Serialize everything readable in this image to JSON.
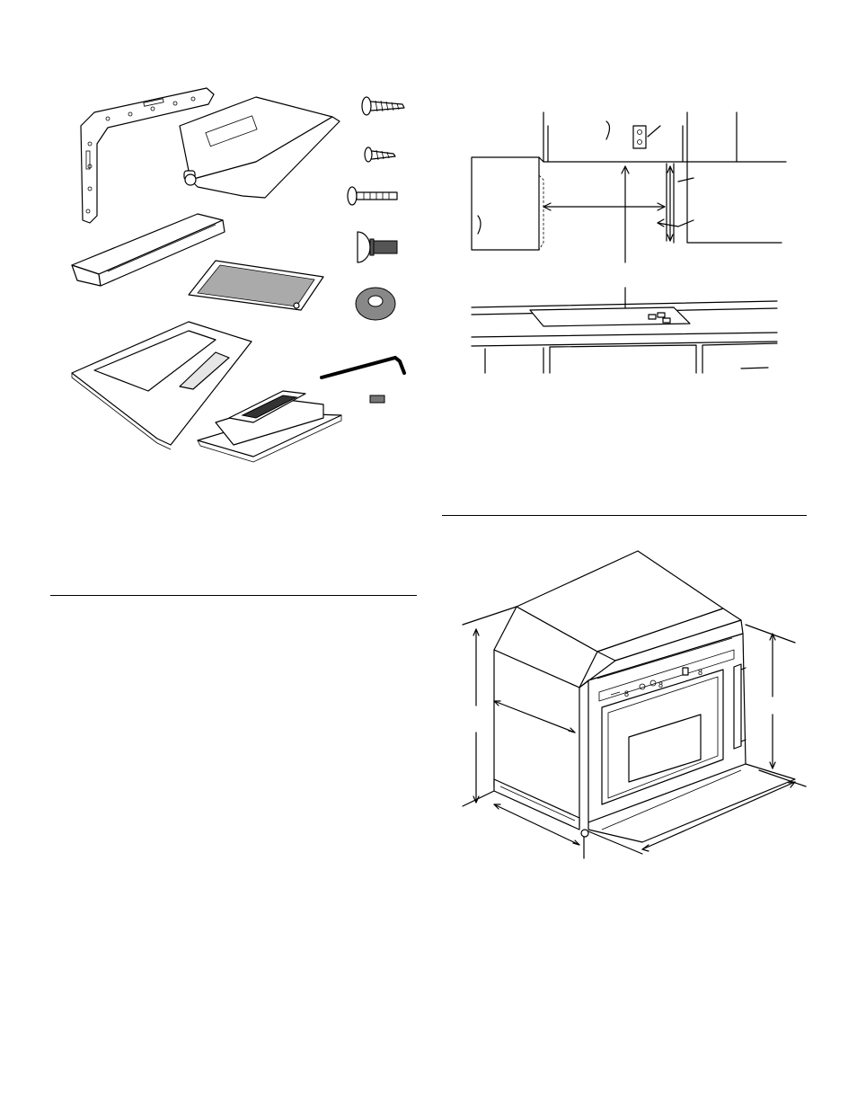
{
  "page": {
    "figures": [
      {
        "id": "parts-illustration",
        "labels": []
      },
      {
        "id": "cabinet-clearance-diagram",
        "labels": []
      },
      {
        "id": "oven-dimensions-diagram",
        "labels": []
      }
    ]
  }
}
